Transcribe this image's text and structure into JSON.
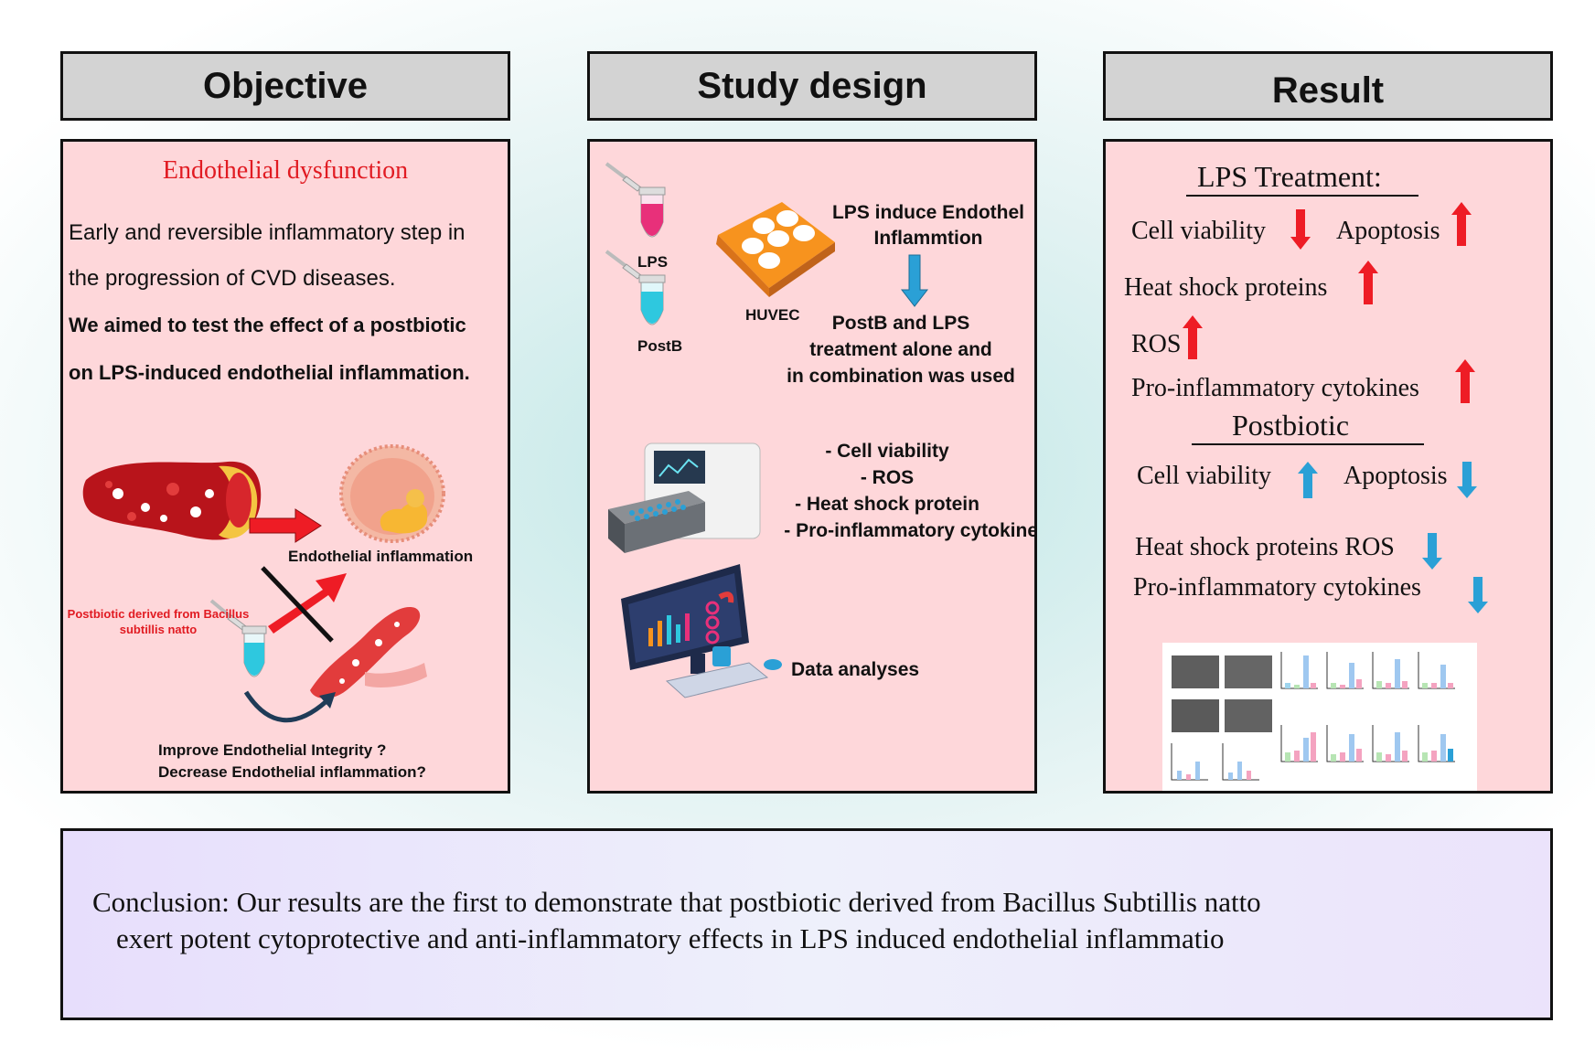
{
  "objective": {
    "header": "Objective",
    "title": "Endothelial dysfunction",
    "line1": "Early and reversible inflammatory step in",
    "line2": "the progression of CVD diseases.",
    "line3": "We aimed to test the effect of a postbiotic",
    "line4": "on LPS-induced endothelial inflammation.",
    "inflammation_label": "Endothelial inflammation",
    "postbiotic_label_1": "Postbiotic derived from Bacillus",
    "postbiotic_label_2": "subtillis natto",
    "question_1": "Improve Endothelial Integrity ?",
    "question_2": "Decrease Endothelial inflammation?"
  },
  "study_design": {
    "header": "Study design",
    "lps_label": "LPS",
    "postb_label": "PostB",
    "huvec_label": "HUVEC",
    "induce_1": "LPS induce Endothel",
    "induce_2": "Inflammtion",
    "treat_1": "PostB and LPS",
    "treat_2": "treatment alone and",
    "treat_3": "in combination  was used",
    "assay_1": "- Cell viability",
    "assay_2": "- ROS",
    "assay_3": "- Heat shock protein",
    "assay_4": "- Pro-inflammatory cytokine",
    "analysis": "Data analyses"
  },
  "result": {
    "header": "Result",
    "lps_title": "LPS Treatment:",
    "lps_cell_viability": "Cell viability",
    "lps_apoptosis": "Apoptosis",
    "lps_hsp": "Heat shock proteins",
    "lps_ros": "ROS",
    "lps_cytokines": "Pro-inflammatory cytokines",
    "post_title": "Postbiotic",
    "post_cell_viability": "Cell viability",
    "post_apoptosis": "Apoptosis",
    "post_hsp_ros": "Heat shock proteins ROS",
    "post_cytokines": "Pro-inflammatory cytokines"
  },
  "conclusion": {
    "line1": "Conclusion: Our results are the first to demonstrate that postbiotic derived from  Bacillus Subtillis natto",
    "line2": "exert potent cytoprotective and anti-inflammatory effects in LPS induced endothelial inflammatio"
  },
  "colors": {
    "panel_bg": "#fed7da",
    "header_bg": "#d3d3d3",
    "arrow_up": "#ee1c25",
    "arrow_down": "#2aa0d6",
    "title_red": "#e11b22"
  }
}
